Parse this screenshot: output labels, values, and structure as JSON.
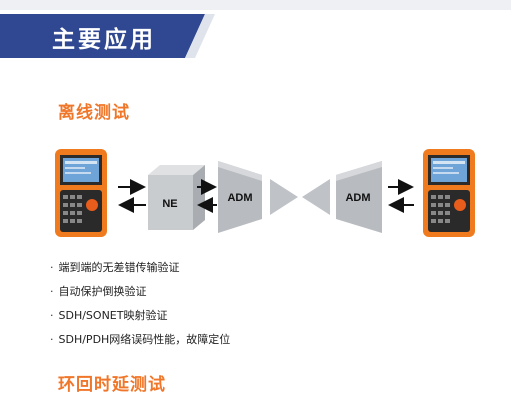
{
  "header": {
    "title": "主要应用"
  },
  "section1": {
    "title": "离线测试",
    "diagram": {
      "ne_label": "NE",
      "adm_left_label": "ADM",
      "adm_right_label": "ADM"
    },
    "bullets": [
      "端到端的无差错传输验证",
      "自动保护倒换验证",
      "SDH/SONET映射验证",
      "SDH/PDH网络误码性能，故障定位"
    ]
  },
  "section2": {
    "title": "环回时延测试"
  },
  "colors": {
    "banner": "#2f4891",
    "accent": "#f0772a",
    "device": "#f07a1e",
    "box": "#c9cccf"
  }
}
